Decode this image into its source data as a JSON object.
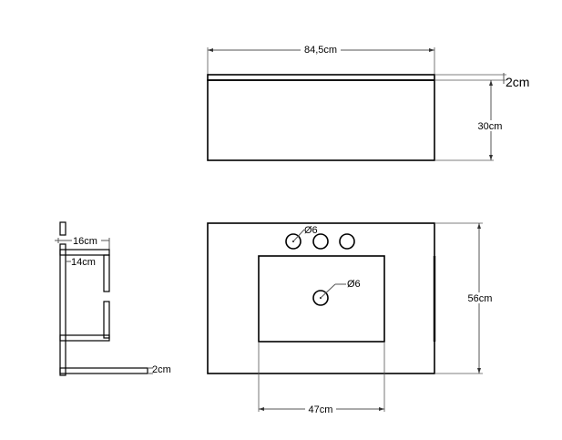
{
  "colors": {
    "background": "#ffffff",
    "outline": "#000000",
    "dimension_line": "#555555"
  },
  "front_view": {
    "width_label": "84,5cm",
    "top_thickness_label": "2cm",
    "height_label": "30cm"
  },
  "side_view": {
    "label_16": "16cm",
    "label_14": "14cm",
    "bottom_label": "2cm"
  },
  "top_view": {
    "tap_hole_label": "Ø6",
    "drain_label": "Ø6",
    "depth_label": "56cm",
    "basin_width_label": "47cm"
  }
}
